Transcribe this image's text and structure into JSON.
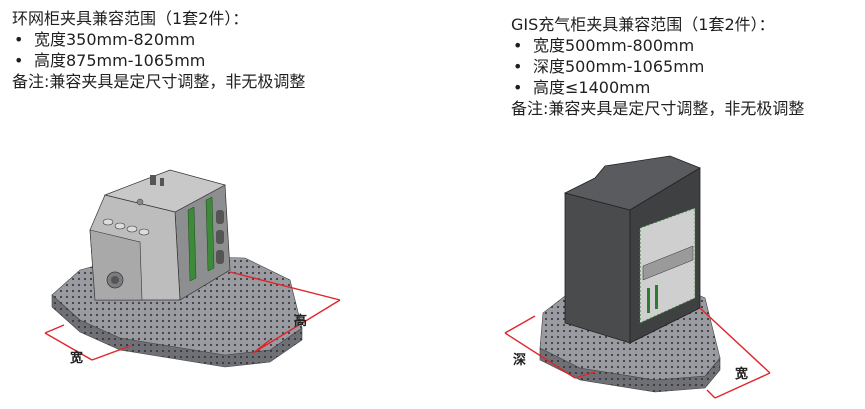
{
  "left_spec": {
    "title": "环网柜夹具兼容范围（1套2件）：",
    "items": [
      {
        "bullet": "•",
        "text": "宽度350mm-820mm"
      },
      {
        "bullet": "•",
        "text": "高度875mm-1065mm"
      }
    ],
    "note": "备注:兼容夹具是定尺寸调整，非无极调整",
    "dimension_labels": {
      "width": "宽",
      "height": "高"
    }
  },
  "right_spec": {
    "title": "GIS充气柜夹具兼容范围（1套2件）：",
    "items": [
      {
        "bullet": "•",
        "text": "宽度500mm-800mm"
      },
      {
        "bullet": "•",
        "text": "深度500mm-1065mm"
      },
      {
        "bullet": "•",
        "text": "高度≤1400mm"
      }
    ],
    "note": "备注:兼容夹具是定尺寸调整，非无极调整",
    "dimension_labels": {
      "depth": "深",
      "width": "宽"
    }
  },
  "colors": {
    "dimension_line": "#e0252b",
    "platform": "#8f9096",
    "cabinet_gray": "#b9b9b9",
    "cabinet_dark": "#4a4b4d",
    "clamp_green": "#3c8a3a"
  }
}
